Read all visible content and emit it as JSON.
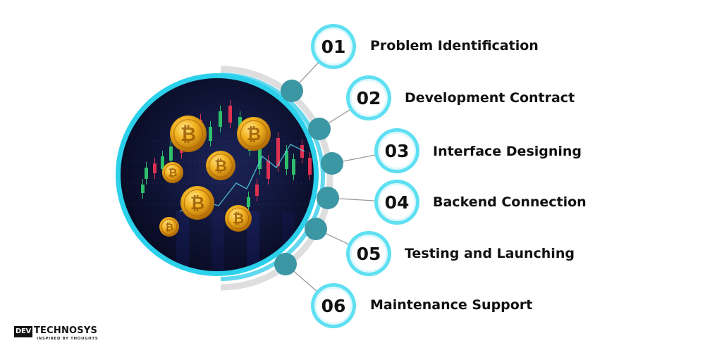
{
  "steps": [
    {
      "number": "01",
      "label": "Problem Identification"
    },
    {
      "number": "02",
      "label": "Development Contract"
    },
    {
      "number": "03",
      "label": "Interface Designing"
    },
    {
      "number": "04",
      "label": "Backend Connection"
    },
    {
      "number": "05",
      "label": "Testing and Launching"
    },
    {
      "number": "06",
      "label": "Maintenance Support"
    }
  ],
  "logo": {
    "box_text": "DEV",
    "word": "TECHNOSYS",
    "tagline": "INSPIRED BY THOUGHTS"
  },
  "colors": {
    "ring": "#5ee0f2",
    "ring_light": "#dff8fc",
    "dot": "#3c97a4",
    "arc_gray": "#dedede",
    "arc_cyan": "#62d8ee",
    "connector": "#9a9a9a",
    "chart_bg": "#0b0f2c"
  }
}
